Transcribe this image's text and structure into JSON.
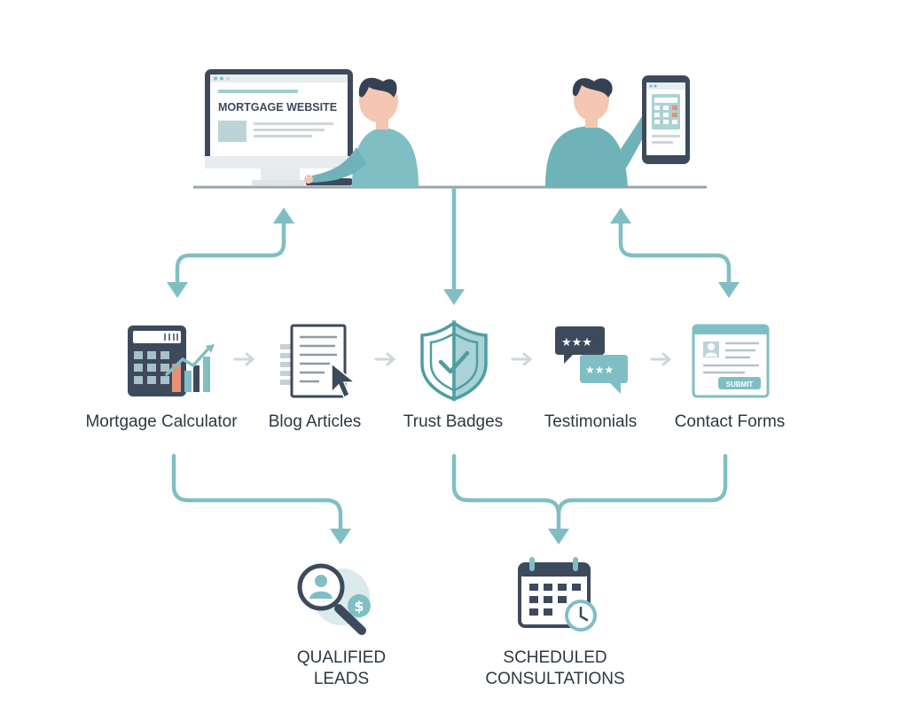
{
  "website": {
    "title": "MORTGAGE WEBSITE"
  },
  "features": [
    {
      "label": "Mortgage Calculator",
      "icon": "calculator-icon"
    },
    {
      "label": "Blog Articles",
      "icon": "document-icon"
    },
    {
      "label": "Trust Badges",
      "icon": "shield-check-icon"
    },
    {
      "label": "Testimonials",
      "icon": "chat-rating-icon"
    },
    {
      "label": "Contact Forms",
      "icon": "contact-form-icon"
    }
  ],
  "contact_form": {
    "submit_label": "SUBMIT"
  },
  "outcomes": [
    {
      "line1": "QUALIFIED",
      "line2": "LEADS",
      "icon": "magnifier-dollar-icon"
    },
    {
      "line1": "SCHEDULED",
      "line2": "CONSULTATIONS",
      "icon": "calendar-clock-icon"
    }
  ],
  "colors": {
    "teal": "#7fbfc4",
    "teal_dark": "#4f9ea3",
    "navy": "#3d4a5c",
    "salmon": "#e6907a",
    "arrow_gray": "#cfd6da"
  }
}
